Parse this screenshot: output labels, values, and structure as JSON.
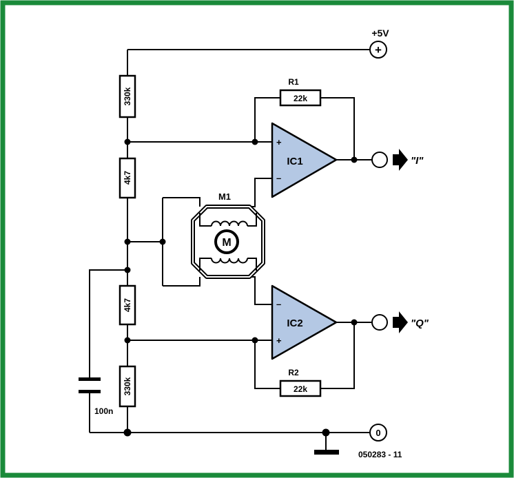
{
  "supply": {
    "label": "+5V",
    "symbol": "+"
  },
  "ground_terminal": {
    "symbol": "0"
  },
  "resistors": {
    "r_top": "330k",
    "r_mid_upper": "4k7",
    "r_mid_lower": "4k7",
    "r_bottom": "330k",
    "r1": {
      "name": "R1",
      "value": "22k"
    },
    "r2": {
      "name": "R2",
      "value": "22k"
    }
  },
  "capacitor": {
    "value": "100n"
  },
  "motor": {
    "name": "M1",
    "symbol": "M"
  },
  "opamps": {
    "ic1": {
      "name": "IC1",
      "plus": "+",
      "minus": "–"
    },
    "ic2": {
      "name": "IC2",
      "plus": "+",
      "minus": "–"
    }
  },
  "outputs": {
    "i": "\"I\"",
    "q": "\"Q\""
  },
  "figure_number": "050283 - 11",
  "colors": {
    "border": "#1a8a3a",
    "opamp_fill": "#b4c8e4",
    "ink": "#000000"
  }
}
